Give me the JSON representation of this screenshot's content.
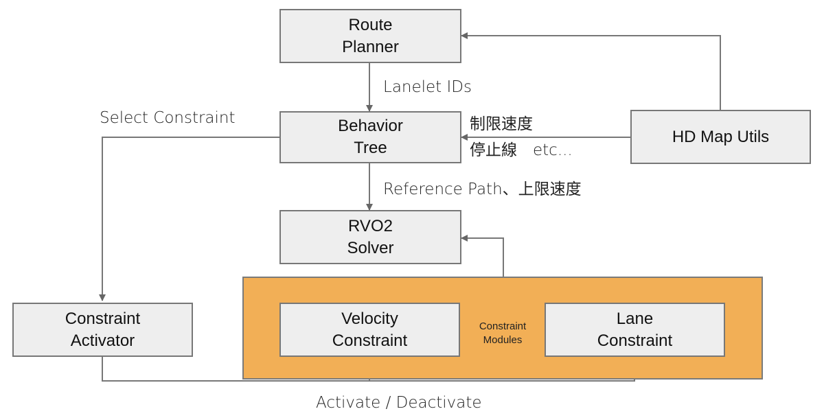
{
  "diagram": {
    "nodes": {
      "route_planner": "Route\nPlanner",
      "behavior_tree": "Behavior\nTree",
      "hd_map_utils": "HD Map Utils",
      "rvo2_solver": "RVO2\nSolver",
      "constraint_activator": "Constraint\nActivator",
      "velocity_constraint": "Velocity\nConstraint",
      "lane_constraint": "Lane\nConstraint"
    },
    "group": {
      "label": "Constraint\nModules",
      "color": "#f2af56"
    },
    "edge_labels": {
      "lanelet_ids": "Lanelet IDs",
      "select_constraint": "Select Constraint",
      "speed_limit": "制限速度",
      "stop_line": "停止線　etc...",
      "reference_path": "Reference Path、上限速度",
      "activate_deactivate": "Activate / Deactivate"
    },
    "edges": [
      {
        "from": "hd_map_utils",
        "to": "route_planner"
      },
      {
        "from": "route_planner",
        "to": "behavior_tree",
        "label": "lanelet_ids"
      },
      {
        "from": "hd_map_utils",
        "to": "behavior_tree",
        "label": "speed_limit / stop_line"
      },
      {
        "from": "behavior_tree",
        "to": "rvo2_solver",
        "label": "reference_path"
      },
      {
        "from": "behavior_tree",
        "to": "constraint_activator",
        "label": "select_constraint"
      },
      {
        "from": "constraint_modules",
        "to": "rvo2_solver"
      },
      {
        "from": "constraint_activator",
        "to": "velocity_constraint",
        "label": "activate_deactivate"
      },
      {
        "from": "constraint_activator",
        "to": "lane_constraint",
        "label": "activate_deactivate"
      }
    ]
  }
}
